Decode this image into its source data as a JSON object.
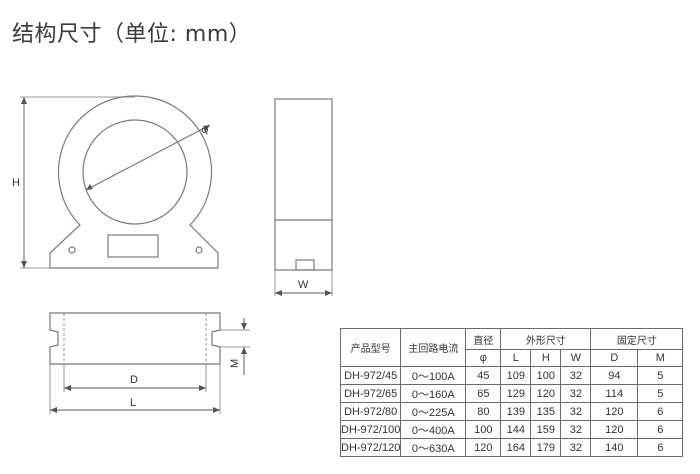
{
  "title": "结构尺寸（单位: mm）",
  "dimension_labels": {
    "front_height": "H",
    "inner_diameter": "φ",
    "side_width": "W",
    "bottom_length_inner": "D",
    "bottom_length_outer": "L",
    "bottom_slot": "M"
  },
  "table": {
    "headers": {
      "model": "产品型号",
      "current": "主回路电流",
      "diameter": "直径",
      "outer_size": "外形尺寸",
      "fixed_size": "固定尺寸"
    },
    "subheaders": {
      "phi": "φ",
      "L": "L",
      "H": "H",
      "W": "W",
      "D": "D",
      "M": "M"
    },
    "rows": [
      {
        "model": "DH-972/45",
        "current": "0～100A",
        "phi": "45",
        "L": "109",
        "H": "100",
        "W": "32",
        "D": "94",
        "M": "5"
      },
      {
        "model": "DH-972/65",
        "current": "0～160A",
        "phi": "65",
        "L": "129",
        "H": "120",
        "W": "32",
        "D": "114",
        "M": "5"
      },
      {
        "model": "DH-972/80",
        "current": "0～225A",
        "phi": "80",
        "L": "139",
        "H": "135",
        "W": "32",
        "D": "120",
        "M": "6"
      },
      {
        "model": "DH-972/100",
        "current": "0～400A",
        "phi": "100",
        "L": "144",
        "H": "159",
        "W": "32",
        "D": "120",
        "M": "6"
      },
      {
        "model": "DH-972/120",
        "current": "0～630A",
        "phi": "120",
        "L": "164",
        "H": "179",
        "W": "32",
        "D": "140",
        "M": "6"
      }
    ]
  }
}
